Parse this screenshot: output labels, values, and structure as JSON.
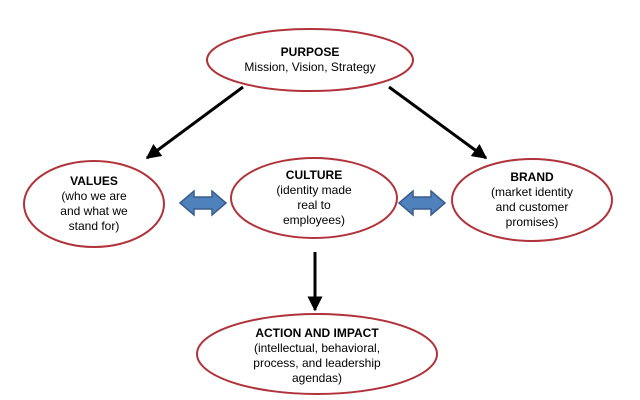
{
  "diagram": {
    "border_color": "#b0333b",
    "arrow_color": "#000000",
    "double_arrow_fill": "#4f81bd",
    "double_arrow_stroke": "#385d8a",
    "nodes": {
      "purpose": {
        "title": "PURPOSE",
        "lines": [
          "Mission, Vision, Strategy"
        ]
      },
      "values": {
        "title": "VALUES",
        "lines": [
          "(who we are",
          "and what we",
          "stand for)"
        ]
      },
      "culture": {
        "title": "CULTURE",
        "lines": [
          "(identity made",
          "real to",
          "employees)"
        ]
      },
      "brand": {
        "title": "BRAND",
        "lines": [
          "(market identity",
          "and customer",
          "promises)"
        ]
      },
      "action": {
        "title": "ACTION AND IMPACT",
        "lines": [
          "(intellectual, behavioral,",
          "process, and leadership",
          "agendas)"
        ]
      }
    }
  }
}
